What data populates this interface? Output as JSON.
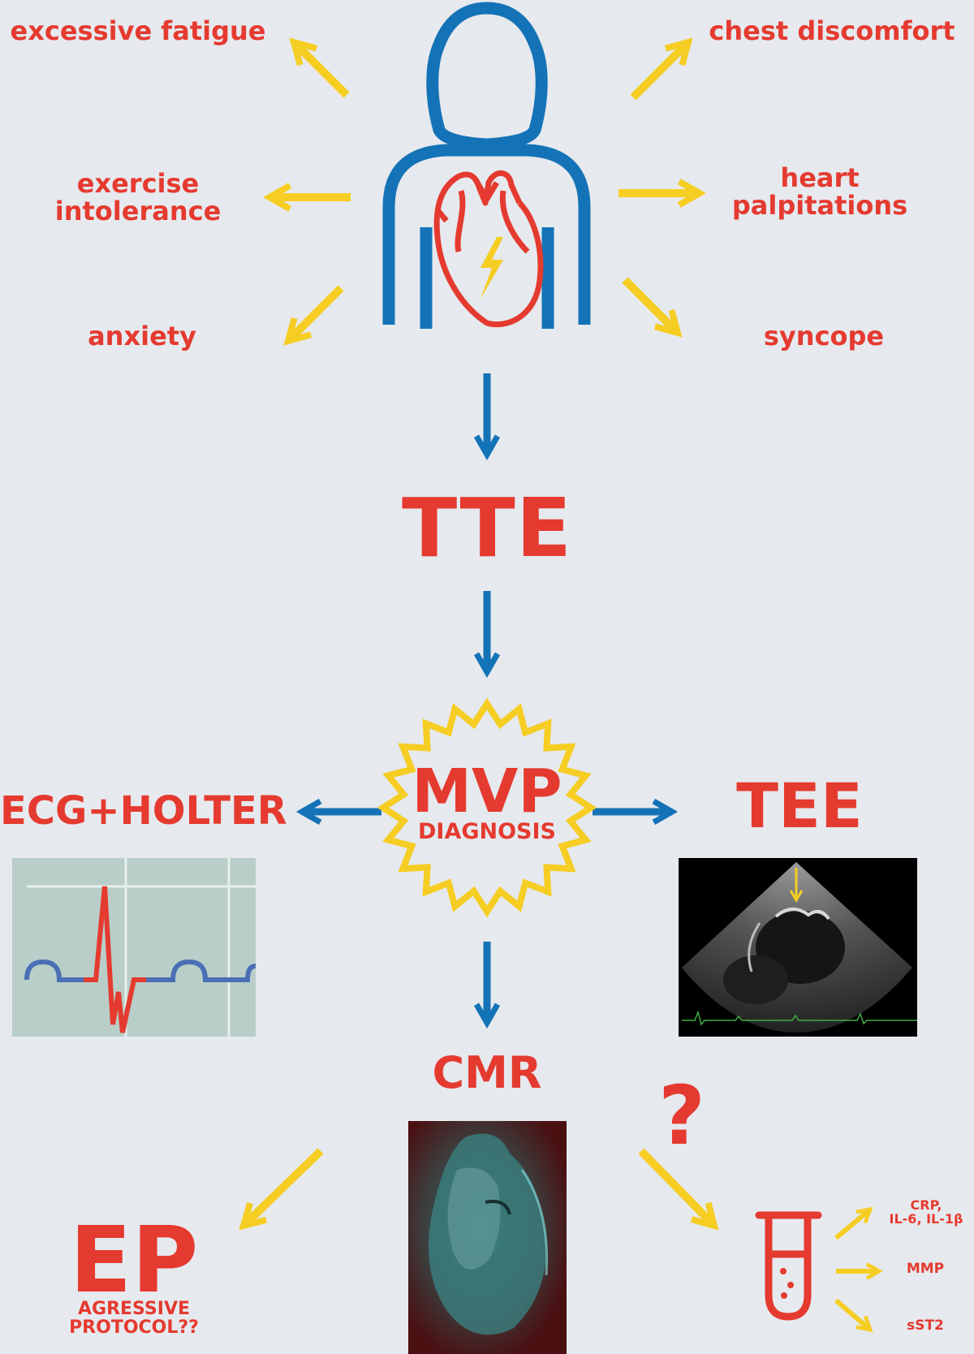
{
  "symptoms": {
    "fatigue": "excessive fatigue",
    "chest": "chest discomfort",
    "exercise_line1": "exercise",
    "exercise_line2": "intolerance",
    "palpitations_line1": "heart",
    "palpitations_line2": "palpitations",
    "anxiety": "anxiety",
    "syncope": "syncope"
  },
  "flow": {
    "tte": "TTE",
    "mvp": "MVP",
    "diagnosis": "DIAGNOSIS",
    "ecg_holter": "ECG+HOLTER",
    "tee": "TEE",
    "cmr": "CMR",
    "ep": "EP",
    "ep_note_line1": "AGRESSIVE",
    "ep_note_line2": "PROTOCOL??",
    "question": "?"
  },
  "biomarkers": {
    "inflammation_line1": "CRP,",
    "inflammation_line2": "IL-6, IL-1β",
    "mmp": "MMP",
    "sst2": "sST2"
  },
  "icons": [
    "person-icon",
    "heart-icon",
    "lightning-icon",
    "test-tube-icon",
    "starburst-badge"
  ],
  "colors": {
    "background": "#e6e9ee",
    "text_red": "#e53a2f",
    "arrow_blue": "#1473b7",
    "arrow_yellow": "#f6cd23",
    "person_blue": "#1473b7"
  }
}
